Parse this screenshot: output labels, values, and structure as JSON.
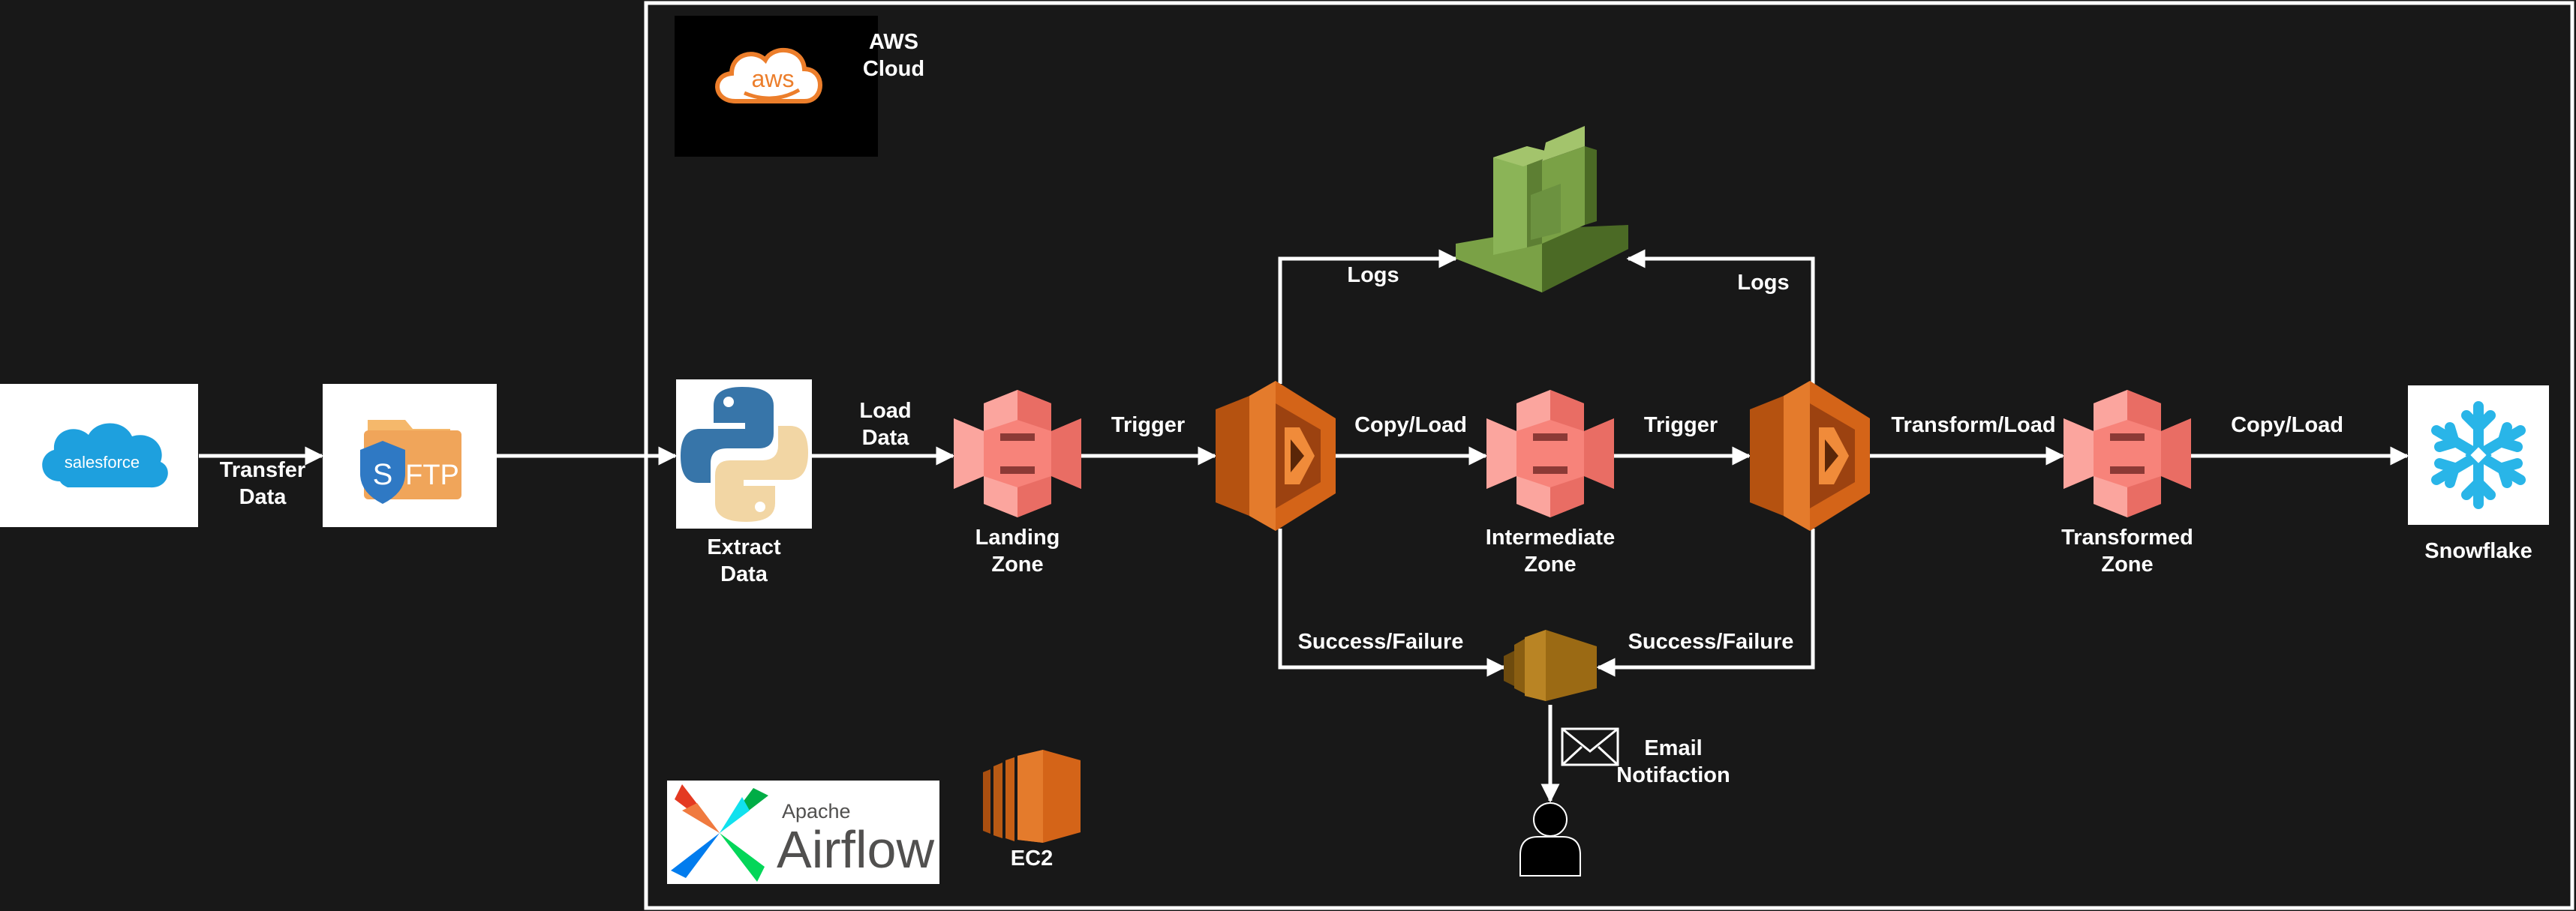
{
  "aws_cloud": {
    "label": "AWS\nCloud",
    "logo_text": "aws"
  },
  "sources": {
    "salesforce": {
      "logo_text": "salesforce"
    },
    "sftp": {
      "logo_letter": "S",
      "logo_text": "FTP"
    }
  },
  "nodes": {
    "extract": {
      "label": "Extract\nData"
    },
    "landing": {
      "label": "Landing\nZone"
    },
    "intermediate": {
      "label": "Intermediate\nZone"
    },
    "transformed": {
      "label": "Transformed\nZone"
    },
    "snowflake": {
      "label": "Snowflake"
    },
    "ec2": {
      "label": "EC2"
    },
    "email": {
      "label": "Email\nNotifaction"
    },
    "airflow": {
      "small_text": "Apache",
      "big_text": "Airflow"
    }
  },
  "edges": {
    "transfer_data": "Transfer\nData",
    "load_data": "Load\nData",
    "trigger_1": "Trigger",
    "copy_load_1": "Copy/Load",
    "trigger_2": "Trigger",
    "transform_load": "Transform/Load",
    "copy_load_2": "Copy/Load",
    "logs_1": "Logs",
    "logs_2": "Logs",
    "success_failure_1": "Success/Failure",
    "success_failure_2": "Success/Failure"
  },
  "colors": {
    "background": "#181818",
    "s3": "#f7837a",
    "lambda": "#d46418",
    "cloudwatch": "#7aa146",
    "sns": "#9b6a14",
    "sftp": "#f0a55a",
    "salesforce": "#1ea0de",
    "snowflake": "#29b5e8"
  }
}
